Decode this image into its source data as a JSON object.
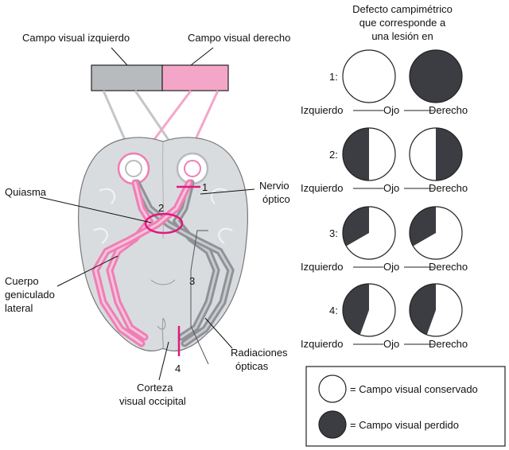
{
  "colors": {
    "left_field": "#b8bbbe",
    "right_field": "#f4a6c8",
    "pink_path": "#ee7fb5",
    "pink_light": "#f7c3dc",
    "gray_path": "#8f9297",
    "brain": "#d9dcdf",
    "lost": "#3b3d42",
    "conserved": "#ffffff",
    "lesion": "#e0197d"
  },
  "labels": {
    "left_field": "Campo visual izquierdo",
    "right_field": "Campo visual derecho",
    "quiasma": "Quiasma",
    "nervio_optico_1": "Nervio",
    "nervio_optico_2": "óptico",
    "cuerpo_1": "Cuerpo",
    "cuerpo_2": "geniculado",
    "cuerpo_3": "lateral",
    "radiaciones_1": "Radiaciones",
    "radiaciones_2": "ópticas",
    "corteza_1": "Corteza",
    "corteza_2": "visual occipital"
  },
  "lesion_numbers": [
    "1",
    "2",
    "3",
    "4"
  ],
  "defects": {
    "heading_1": "Defecto campimétrico",
    "heading_2": "que corresponde a",
    "heading_3": "una lesión en",
    "rows": [
      {
        "num": "1:",
        "left_eye": "Izquierdo",
        "eye": "Ojo",
        "right_eye": "Derecho",
        "left": "none",
        "right": "full"
      },
      {
        "num": "2:",
        "left_eye": "Izquierdo",
        "eye": "Ojo",
        "right_eye": "Derecho",
        "left": "left-half",
        "right": "right-half"
      },
      {
        "num": "3:",
        "left_eye": "Izquierdo",
        "eye": "Ojo",
        "right_eye": "Derecho",
        "left": "left-upper-quadrant",
        "right": "left-upper-quadrant"
      },
      {
        "num": "4:",
        "left_eye": "Izquierdo",
        "eye": "Ojo",
        "right_eye": "Derecho",
        "left": "left-half-sparing",
        "right": "left-half-sparing"
      }
    ]
  },
  "legend": {
    "conserved": "= Campo visual conservado",
    "lost": "= Campo visual perdido"
  }
}
